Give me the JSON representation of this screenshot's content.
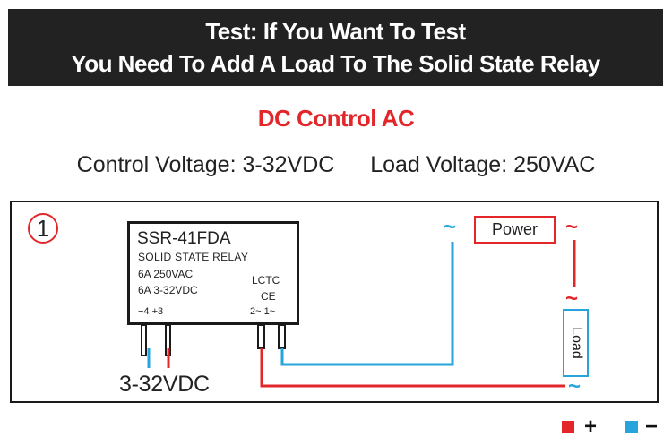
{
  "banner": {
    "line1": "Test: If You Want To Test",
    "line2": "You Need To Add A Load To The Solid State Relay"
  },
  "subtitle": "DC Control AC",
  "voltage": {
    "control": "Control Voltage: 3-32VDC",
    "load": "Load Voltage: 250VAC"
  },
  "diagram": {
    "step_number": "1",
    "relay": {
      "model": "SSR-41FDA",
      "type": "SOLID STATE RELAY",
      "spec_load": "6A  250VAC",
      "spec_control": "6A  3-32VDC",
      "brand": "LCTC",
      "cert": "CE",
      "pins_dc": "−4  +3",
      "pins_ac": "2~  1~"
    },
    "dc_input_label": "3-32VDC",
    "power_label": "Power",
    "load_label": "Load",
    "ac_symbol": "~"
  },
  "legend": {
    "positive_sign": "+",
    "negative_sign": "−"
  },
  "colors": {
    "positive": "#e3262a",
    "negative": "#27a4dc",
    "banner_bg": "#222222",
    "accent_red": "#e3262a"
  }
}
